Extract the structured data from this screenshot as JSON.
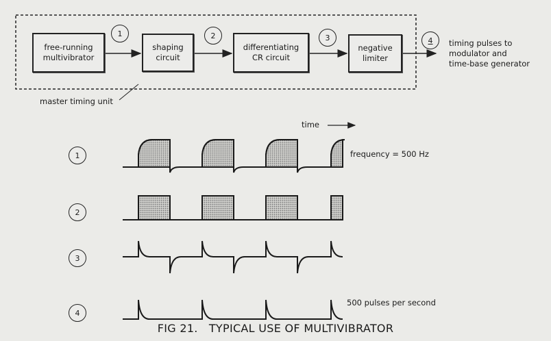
{
  "block_diagram": {
    "blocks": [
      {
        "label": "free-running\nmultivibrator"
      },
      {
        "label": "shaping\ncircuit"
      },
      {
        "label": "differentiating\nCR circuit"
      },
      {
        "label": "negative\nlimiter"
      }
    ],
    "points": [
      "1",
      "2",
      "3",
      "4"
    ],
    "output_label": "timing pulses to\nmodulator and\ntime-base generator",
    "group_label": "master timing unit"
  },
  "waveforms": {
    "time_label": "time",
    "rows": [
      {
        "id": "1",
        "shape": "rounded-square",
        "annotation": "frequency = 500 Hz"
      },
      {
        "id": "2",
        "shape": "square",
        "annotation": ""
      },
      {
        "id": "3",
        "shape": "differentiated-spikes",
        "annotation": ""
      },
      {
        "id": "4",
        "shape": "positive-spikes",
        "annotation": "500 pulses per second"
      }
    ]
  },
  "caption": "FIG 21.   TYPICAL USE OF MULTIVIBRATOR",
  "colors": {
    "ink": "#1a1a1a",
    "paper": "#ebebe8",
    "shade": "#b8b8b4"
  }
}
